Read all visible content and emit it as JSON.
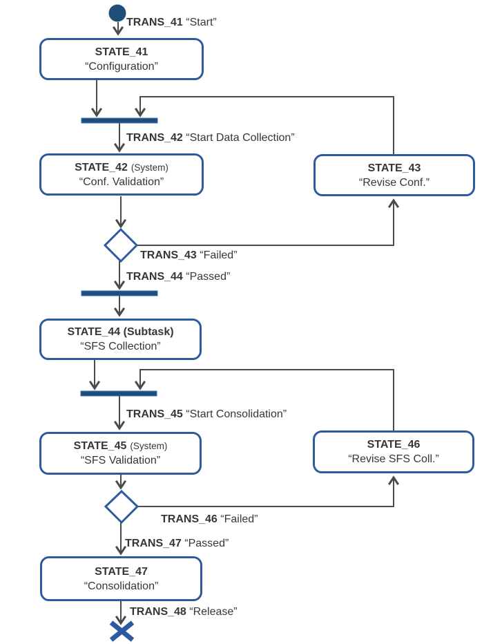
{
  "diagram": {
    "type": "uml-activity-state-diagram",
    "colors": {
      "node_fill": "#1f4e79",
      "shape_border": "#2d5a9e",
      "connector": "#4a4a4a",
      "text": "#363636",
      "background": "#ffffff"
    },
    "icons": {
      "start": "filled-circle",
      "end": "x-mark",
      "decision": "diamond",
      "sync_bar": "horizontal-bar"
    },
    "states": {
      "s41": {
        "name": "STATE_41",
        "qualifier": "",
        "label": "“Configuration”"
      },
      "s42": {
        "name": "STATE_42",
        "qualifier": "(System)",
        "label": "“Conf. Validation”"
      },
      "s43": {
        "name": "STATE_43",
        "qualifier": "",
        "label": "“Revise Conf.”"
      },
      "s44": {
        "name": "STATE_44 (Subtask)",
        "qualifier": "",
        "label": "“SFS Collection”"
      },
      "s45": {
        "name": "STATE_45",
        "qualifier": "(System)",
        "label": "“SFS Validation”"
      },
      "s46": {
        "name": "STATE_46",
        "qualifier": "",
        "label": "“Revise SFS Coll.”"
      },
      "s47": {
        "name": "STATE_47",
        "qualifier": "",
        "label": "“Consolidation”"
      }
    },
    "transitions": {
      "t41": {
        "name": "TRANS_41",
        "label": "“Start”"
      },
      "t42": {
        "name": "TRANS_42",
        "label": "“Start Data Collection”"
      },
      "t43": {
        "name": "TRANS_43",
        "label": "“Failed”"
      },
      "t44": {
        "name": "TRANS_44",
        "label": "“Passed”"
      },
      "t45": {
        "name": "TRANS_45",
        "label": "“Start Consolidation”"
      },
      "t46": {
        "name": "TRANS_46",
        "label": "“Failed”"
      },
      "t47": {
        "name": "TRANS_47",
        "label": "“Passed”"
      },
      "t48": {
        "name": "TRANS_48",
        "label": "“Release”"
      }
    }
  }
}
